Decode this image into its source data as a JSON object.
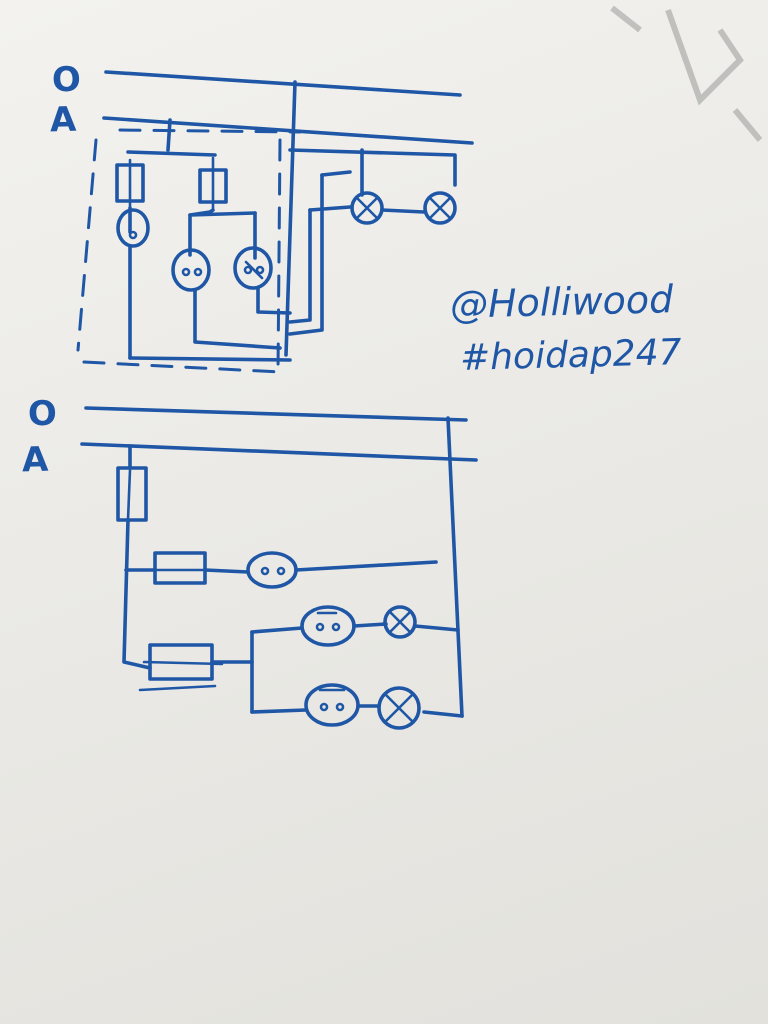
{
  "diagram1": {
    "neutral_label": "O",
    "phase_label": "A"
  },
  "diagram2": {
    "neutral_label": "O",
    "phase_label": "A"
  },
  "signature": {
    "line1": "@Holliwood",
    "line2": "#hoidap247"
  }
}
